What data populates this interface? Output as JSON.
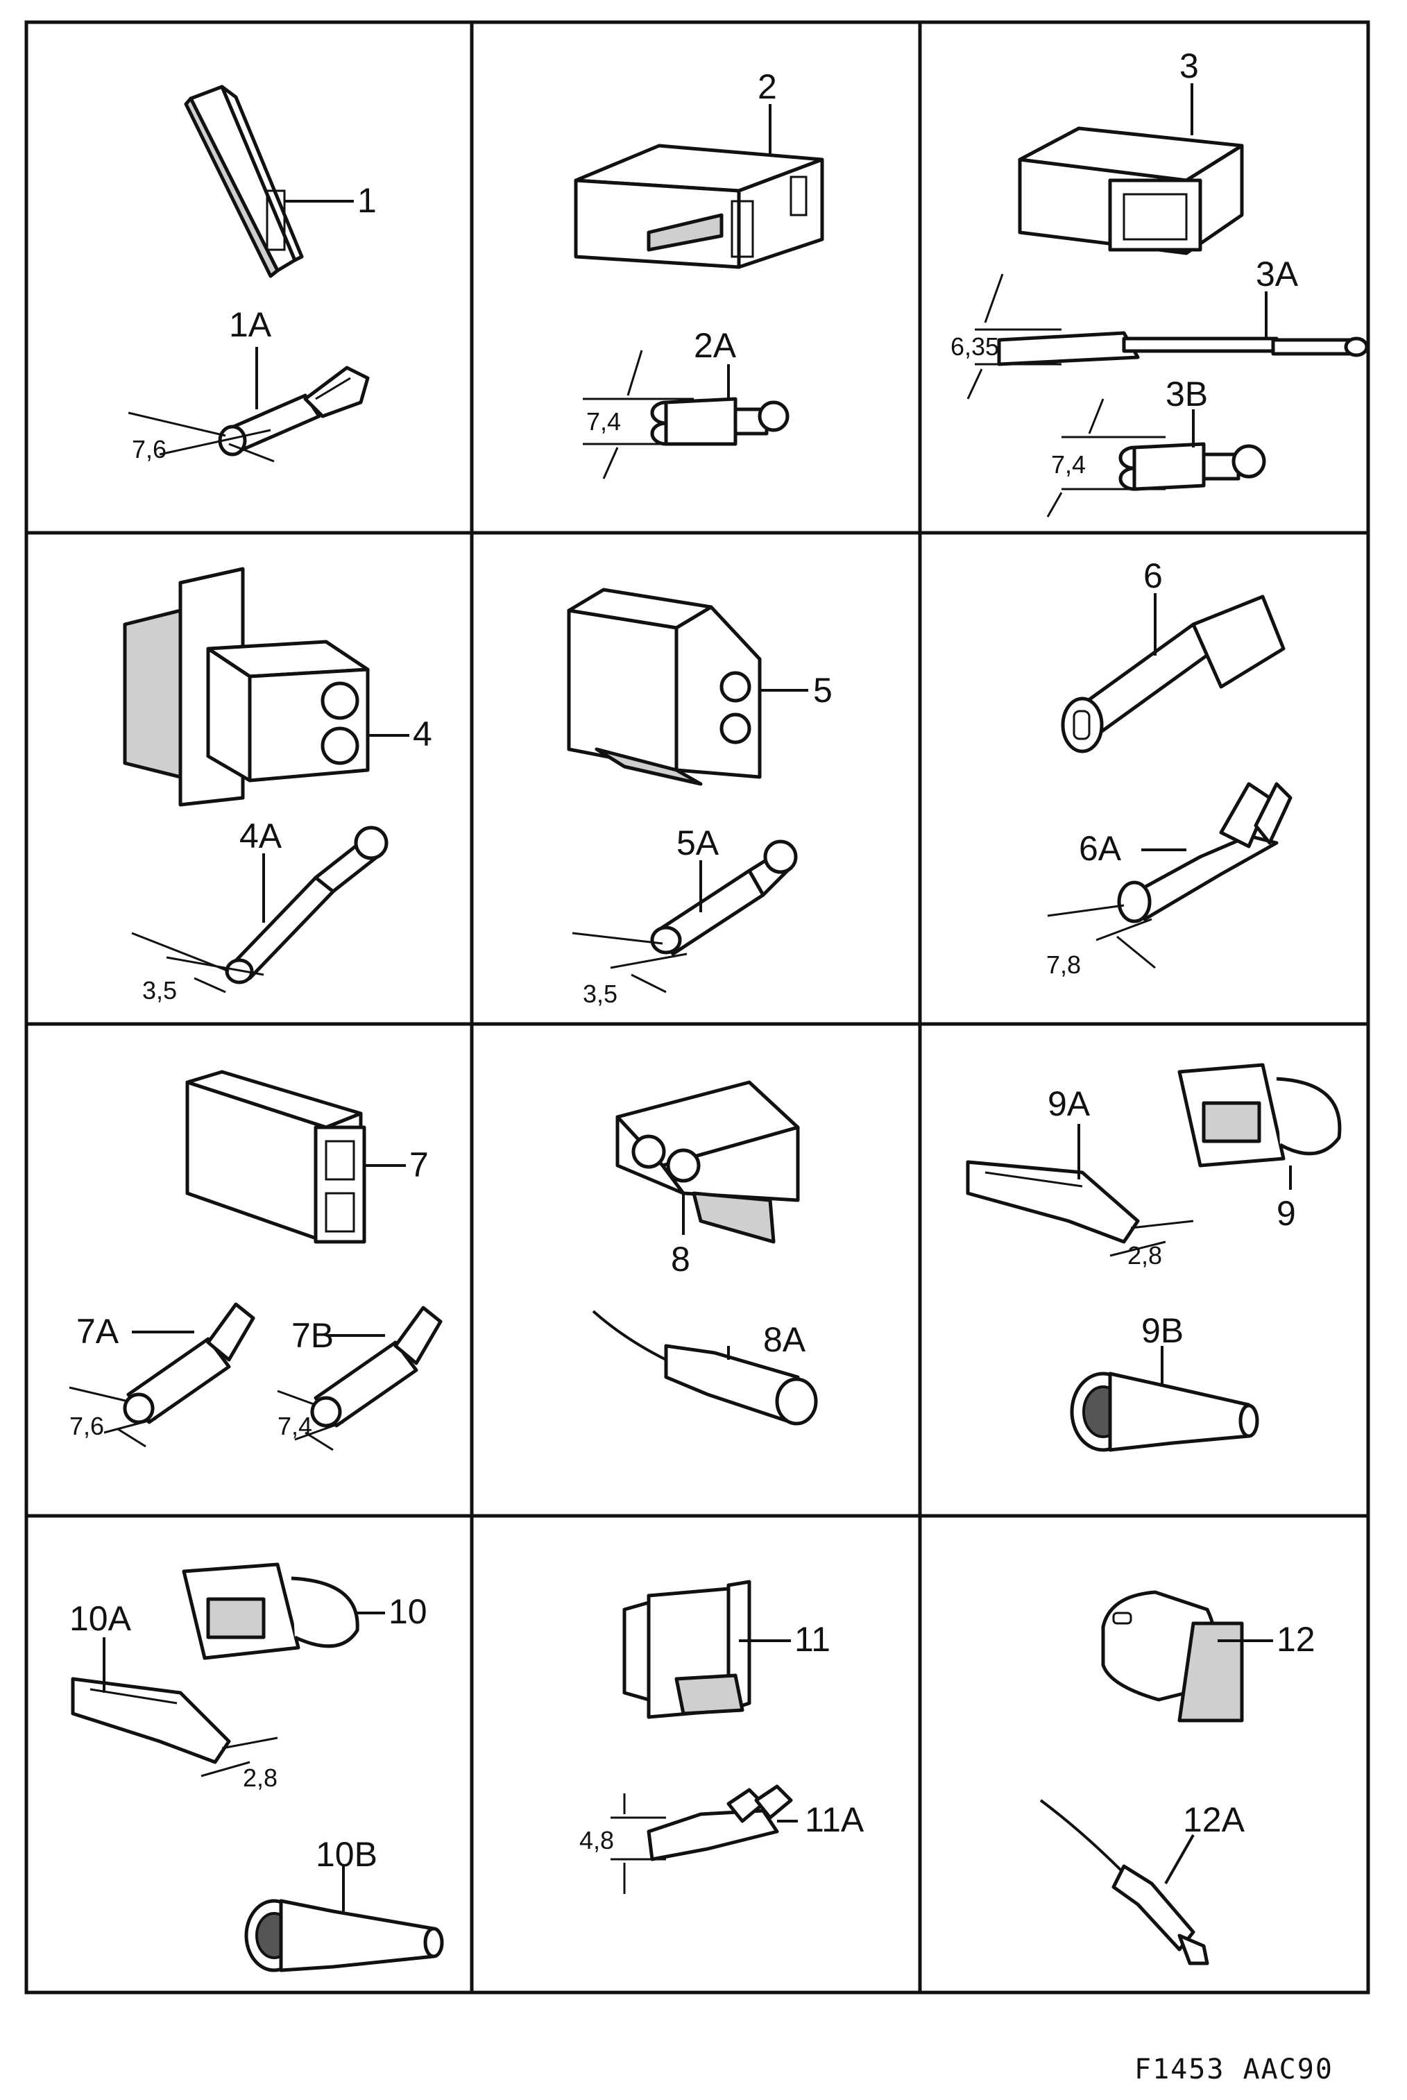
{
  "figure_code": "F1453 AAC90",
  "cells": [
    {
      "part": "1",
      "terminal": "1A",
      "dimension": "7,6"
    },
    {
      "part": "2",
      "terminal": "2A",
      "dimension": "7,4"
    },
    {
      "part": "3",
      "terminal": "3A",
      "dimension": "6,35",
      "terminal_b": "3B",
      "dimension_b": "7,4"
    },
    {
      "part": "4",
      "terminal": "4A",
      "dimension": "3,5"
    },
    {
      "part": "5",
      "terminal": "5A",
      "dimension": "3,5"
    },
    {
      "part": "6",
      "terminal": "6A",
      "dimension": "7,8"
    },
    {
      "part": "7",
      "terminal": "7A",
      "dimension": "7,6",
      "terminal_b": "7B",
      "dimension_b": "7,4"
    },
    {
      "part": "8",
      "terminal": "8A"
    },
    {
      "part": "9",
      "terminal": "9A",
      "dimension": "2,8",
      "terminal_b": "9B"
    },
    {
      "part": "10",
      "terminal": "10A",
      "dimension": "2,8",
      "terminal_b": "10B"
    },
    {
      "part": "11",
      "terminal": "11A",
      "dimension": "4,8"
    },
    {
      "part": "12",
      "terminal": "12A"
    }
  ]
}
